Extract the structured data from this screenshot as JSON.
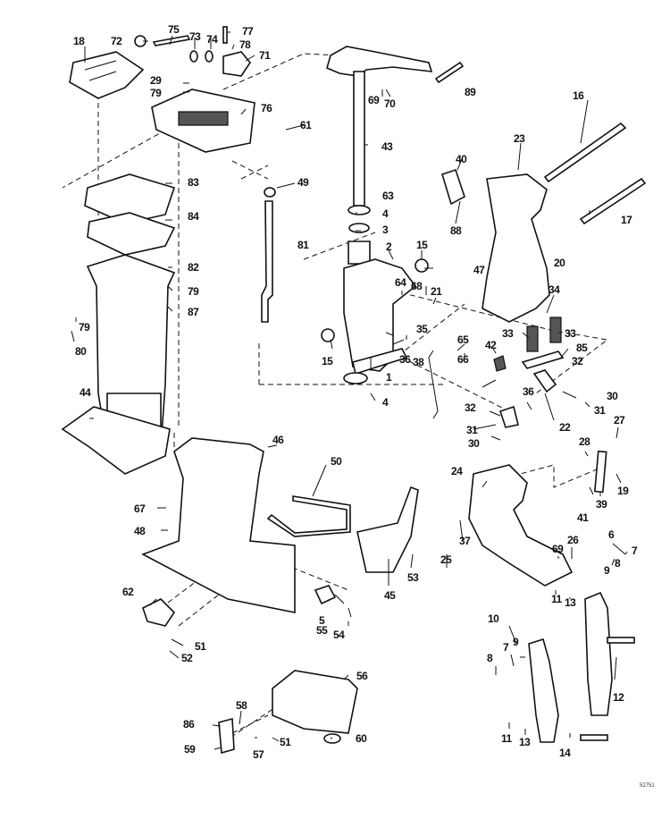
{
  "diagram": {
    "title": "Outboard midsection / exhaust housing and stern bracket exploded view",
    "drawing_number": "52751",
    "callouts": [
      {
        "id": "c18",
        "label": "18"
      },
      {
        "id": "c72",
        "label": "72"
      },
      {
        "id": "c75",
        "label": "75"
      },
      {
        "id": "c73",
        "label": "73"
      },
      {
        "id": "c74",
        "label": "74"
      },
      {
        "id": "c77",
        "label": "77"
      },
      {
        "id": "c78",
        "label": "78"
      },
      {
        "id": "c71",
        "label": "71"
      },
      {
        "id": "c29",
        "label": "29"
      },
      {
        "id": "c79a",
        "label": "79"
      },
      {
        "id": "c76",
        "label": "76"
      },
      {
        "id": "c61",
        "label": "61"
      },
      {
        "id": "c89",
        "label": "89"
      },
      {
        "id": "c69a",
        "label": "69"
      },
      {
        "id": "c70",
        "label": "70"
      },
      {
        "id": "c43",
        "label": "43"
      },
      {
        "id": "c16",
        "label": "16"
      },
      {
        "id": "c23",
        "label": "23"
      },
      {
        "id": "c17",
        "label": "17"
      },
      {
        "id": "c40",
        "label": "40"
      },
      {
        "id": "c88",
        "label": "88"
      },
      {
        "id": "c49",
        "label": "49"
      },
      {
        "id": "c63",
        "label": "63"
      },
      {
        "id": "c4a",
        "label": "4"
      },
      {
        "id": "c3",
        "label": "3"
      },
      {
        "id": "c83",
        "label": "83"
      },
      {
        "id": "c84",
        "label": "84"
      },
      {
        "id": "c81",
        "label": "81"
      },
      {
        "id": "c2",
        "label": "2"
      },
      {
        "id": "c15a",
        "label": "15"
      },
      {
        "id": "c47",
        "label": "47"
      },
      {
        "id": "c20",
        "label": "20"
      },
      {
        "id": "c82",
        "label": "82"
      },
      {
        "id": "c79b",
        "label": "79"
      },
      {
        "id": "c87",
        "label": "87"
      },
      {
        "id": "c79c",
        "label": "79"
      },
      {
        "id": "c80",
        "label": "80"
      },
      {
        "id": "c64",
        "label": "64"
      },
      {
        "id": "c68",
        "label": "68"
      },
      {
        "id": "c21",
        "label": "21"
      },
      {
        "id": "c34",
        "label": "34"
      },
      {
        "id": "c33a",
        "label": "33"
      },
      {
        "id": "c33b",
        "label": "33"
      },
      {
        "id": "c35",
        "label": "35"
      },
      {
        "id": "c85",
        "label": "85"
      },
      {
        "id": "c15b",
        "label": "15"
      },
      {
        "id": "c36a",
        "label": "36"
      },
      {
        "id": "c38",
        "label": "38"
      },
      {
        "id": "c65",
        "label": "65"
      },
      {
        "id": "c42",
        "label": "42"
      },
      {
        "id": "c66",
        "label": "66"
      },
      {
        "id": "c1",
        "label": "1"
      },
      {
        "id": "c32a",
        "label": "32"
      },
      {
        "id": "c4b",
        "label": "4"
      },
      {
        "id": "c36b",
        "label": "36"
      },
      {
        "id": "c30a",
        "label": "30"
      },
      {
        "id": "c31a",
        "label": "31"
      },
      {
        "id": "c32b",
        "label": "32"
      },
      {
        "id": "c22",
        "label": "22"
      },
      {
        "id": "c31b",
        "label": "31"
      },
      {
        "id": "c30b",
        "label": "30"
      },
      {
        "id": "c27",
        "label": "27"
      },
      {
        "id": "c44",
        "label": "44"
      },
      {
        "id": "c46",
        "label": "46"
      },
      {
        "id": "c28",
        "label": "28"
      },
      {
        "id": "c50",
        "label": "50"
      },
      {
        "id": "c24",
        "label": "24"
      },
      {
        "id": "c19",
        "label": "19"
      },
      {
        "id": "c39",
        "label": "39"
      },
      {
        "id": "c67",
        "label": "67"
      },
      {
        "id": "c41",
        "label": "41"
      },
      {
        "id": "c48",
        "label": "48"
      },
      {
        "id": "c37",
        "label": "37"
      },
      {
        "id": "c6",
        "label": "6"
      },
      {
        "id": "c25",
        "label": "25"
      },
      {
        "id": "c69b",
        "label": "69"
      },
      {
        "id": "c26",
        "label": "26"
      },
      {
        "id": "c7a",
        "label": "7"
      },
      {
        "id": "c9a",
        "label": "9"
      },
      {
        "id": "c8a",
        "label": "8"
      },
      {
        "id": "c45",
        "label": "45"
      },
      {
        "id": "c53",
        "label": "53"
      },
      {
        "id": "c62",
        "label": "62"
      },
      {
        "id": "c5",
        "label": "5"
      },
      {
        "id": "c55",
        "label": "55"
      },
      {
        "id": "c54",
        "label": "54"
      },
      {
        "id": "c11a",
        "label": "11"
      },
      {
        "id": "c13a",
        "label": "13"
      },
      {
        "id": "c10",
        "label": "10"
      },
      {
        "id": "c51a",
        "label": "51"
      },
      {
        "id": "c52",
        "label": "52"
      },
      {
        "id": "c9b",
        "label": "9"
      },
      {
        "id": "c7b",
        "label": "7"
      },
      {
        "id": "c8b",
        "label": "8"
      },
      {
        "id": "c12",
        "label": "12"
      },
      {
        "id": "c56",
        "label": "56"
      },
      {
        "id": "c58",
        "label": "58"
      },
      {
        "id": "c86",
        "label": "86"
      },
      {
        "id": "c51b",
        "label": "51"
      },
      {
        "id": "c60",
        "label": "60"
      },
      {
        "id": "c59",
        "label": "59"
      },
      {
        "id": "c57",
        "label": "57"
      },
      {
        "id": "c11b",
        "label": "11"
      },
      {
        "id": "c13b",
        "label": "13"
      },
      {
        "id": "c14",
        "label": "14"
      }
    ]
  }
}
